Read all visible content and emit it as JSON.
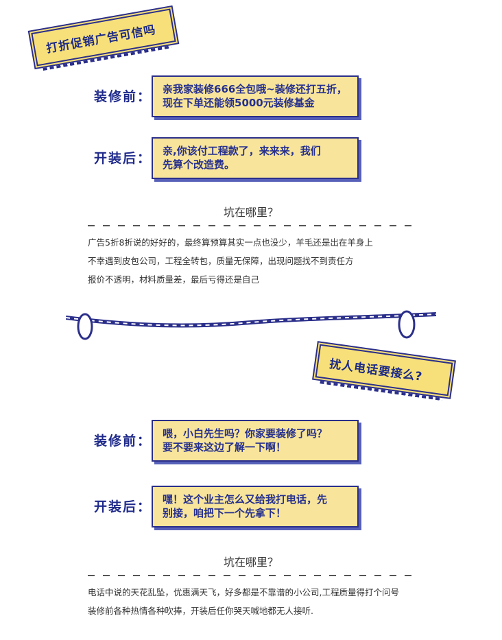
{
  "section1": {
    "tag": "打折促销广告可信吗",
    "before_label": "装修前：",
    "before_text_1": "亲我家装修666全包哦~装修还打五折，",
    "before_text_2": "现在下单还能领5000元装修基金",
    "after_label": "开装后：",
    "after_text_1": "亲,你该付工程款了，来来来，我们",
    "after_text_2": "先算个改造费。",
    "pit_title": "坑在哪里？",
    "lines": [
      "广告5折8折说的好好的，最终算预算其实一点也没少，羊毛还是出在羊身上",
      "不幸遇到皮包公司，工程全转包，质量无保障，出现问题找不到责任方",
      "报价不透明，材料质量差，最后亏得还是自己"
    ]
  },
  "section2": {
    "tag": "扰人电话要接么?",
    "before_label": "装修前：",
    "before_text_1": "喂，小白先生吗？你家要装修了吗？",
    "before_text_2": "要不要来这边了解一下啊！",
    "after_label": "开装后：",
    "after_text_1": "嘿！这个业主怎么又给我打电话，先",
    "after_text_2": "别接，咱把下一个先拿下！",
    "pit_title": "坑在哪里？",
    "lines": [
      "电话中说的天花乱坠，优惠满天飞，好多都是不靠谱的小公司,工程质量得打个问号",
      "装修前各种热情各种吹捧，开装后任你哭天喊地都无人接听."
    ]
  },
  "colors": {
    "accent_yellow": "#f8e59b",
    "accent_blue": "#2b2f8a"
  }
}
